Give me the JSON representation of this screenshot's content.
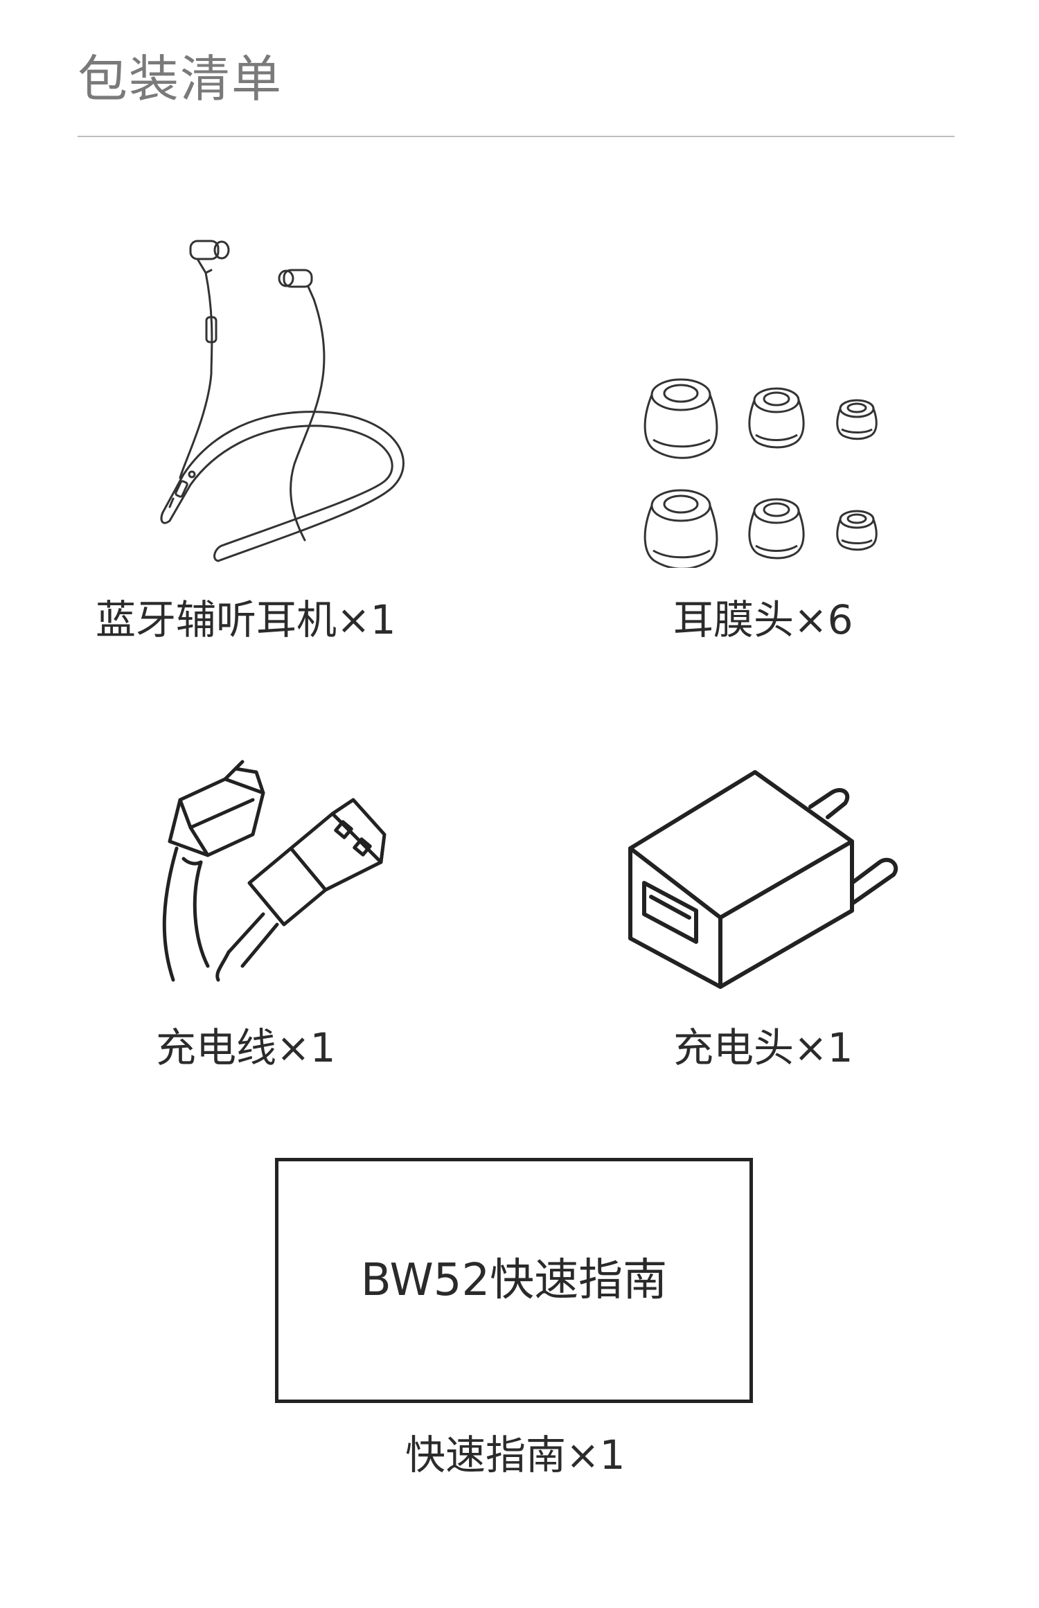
{
  "page": {
    "title": "包装清单"
  },
  "items": [
    {
      "icon": "bluetooth-neckband-earphones-icon",
      "caption": "蓝牙辅听耳机×1"
    },
    {
      "icon": "ear-tips-icon",
      "caption": "耳膜头×6"
    },
    {
      "icon": "charging-cable-icon",
      "caption": "充电线×1"
    },
    {
      "icon": "charger-adapter-icon",
      "caption": "充电头×1"
    },
    {
      "icon": "quick-guide-icon",
      "caption": "快速指南×1"
    }
  ],
  "guide": {
    "box_text": "BW52快速指南"
  }
}
